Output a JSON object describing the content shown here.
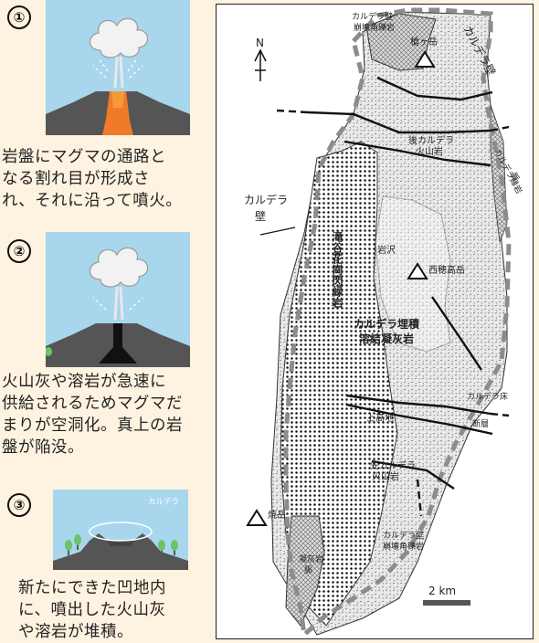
{
  "panels": [
    {
      "number": "①",
      "caption": [
        "岩盤にマグマの通路と",
        "なる割れ目が形成さ",
        "れ、それに沿って噴火。"
      ]
    },
    {
      "number": "②",
      "caption": [
        "火山灰や溶岩が急速に",
        "供給されるためマグマだ",
        "まりが空洞化。真上の岩",
        "盤が陥没。"
      ]
    },
    {
      "number": "③",
      "inset_label": "カルデラ",
      "caption": [
        "新たにできた凹地内",
        "に、噴出した火山灰",
        "や溶岩が堆積。"
      ]
    }
  ],
  "map": {
    "north": "N",
    "labels": {
      "caldera_wall_top": "カルデラ壁",
      "collapse_breccia_top_1": "カルデラ壁",
      "collapse_breccia_top_2": "崩壊角礫岩",
      "yarigatake": "槍ヶ岳",
      "post_caldera_1": "後カルデラ",
      "post_caldera_2": "火山岩",
      "marginal_dike_1": "カルデラ縁岩",
      "marginal_dike_2": "脈",
      "caldera_wall_left_1": "カルデラ",
      "caldera_wall_left_2": "壁",
      "takisawa": "滝谷花崗閃緑岩",
      "iwasaki": "岩沢",
      "nishihotaka": "西穂高岳",
      "fill_tuff_1": "カルデラ埋積",
      "fill_tuff_2": "溶結凝灰岩",
      "caldera_floor": "カルデラ床",
      "fault": "断層",
      "kamikochi": "上高地",
      "pre_caldera_1": "先カルデラ",
      "pre_caldera_2": "火山岩",
      "yakedake": "焼岳",
      "collapse_breccia_bottom_1": "カルデラ壁",
      "collapse_breccia_bottom_2": "崩壊角礫岩",
      "tuff_dike_1": "凝灰岩",
      "tuff_dike_2": "脈",
      "scale": "2 km"
    }
  }
}
